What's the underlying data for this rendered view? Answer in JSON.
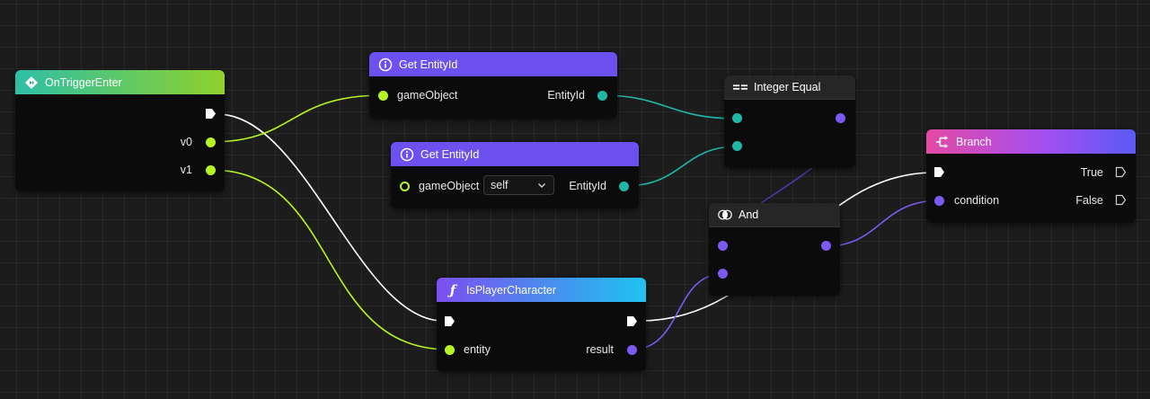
{
  "nodes": {
    "trigger": {
      "title": "OnTriggerEnter",
      "icon": "event-diamond-icon",
      "outputs": [
        "v0",
        "v1"
      ]
    },
    "get_entity_1": {
      "title": "Get EntityId",
      "icon": "info-icon",
      "input": "gameObject",
      "output": "EntityId"
    },
    "get_entity_2": {
      "title": "Get EntityId",
      "icon": "info-icon",
      "input": "gameObject",
      "dropdown_value": "self",
      "output": "EntityId"
    },
    "integer_equal": {
      "title": "Integer Equal",
      "icon": "equals-icon"
    },
    "and": {
      "title": "And",
      "icon": "intersect-circles-icon"
    },
    "is_player": {
      "title": "IsPlayerCharacter",
      "icon": "function-icon",
      "input": "entity",
      "output": "result"
    },
    "branch": {
      "title": "Branch",
      "icon": "branch-icon",
      "input": "condition",
      "outputs": [
        "True",
        "False"
      ]
    }
  },
  "colors": {
    "canvas": "#1c1c1c",
    "grid": "#282828",
    "node_body": "#0b0b0b",
    "pin_object": "#b7f423",
    "pin_integer": "#1fb8a6",
    "pin_bool": "#7b5af2",
    "exec_wire": "#ffffff"
  }
}
